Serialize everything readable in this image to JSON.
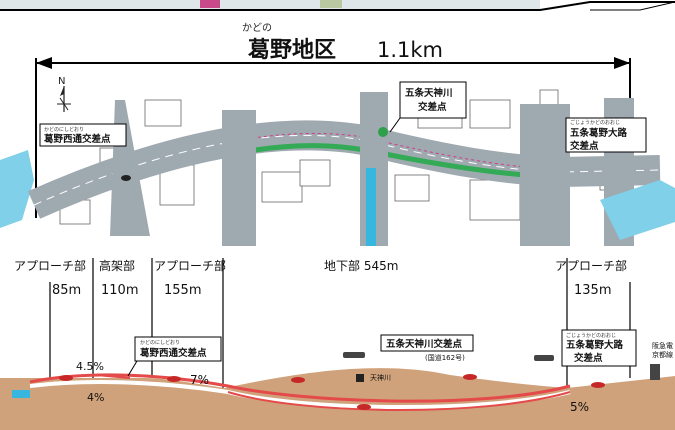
{
  "title": {
    "ruby": "かどの",
    "district": "葛野地区",
    "length": "1.1km"
  },
  "compass": "N",
  "map": {
    "intersections": [
      {
        "ruby": "かどのにしどおり",
        "name": "葛野西通交差点"
      },
      {
        "ruby": "",
        "name_line1": "五条天神川",
        "name_line2": "交差点"
      },
      {
        "ruby": "ごじょうかどのおおじ",
        "name_line1": "五条葛野大路",
        "name_line2": "交差点"
      }
    ]
  },
  "sections": {
    "row1": [
      "アプローチ部",
      "高架部",
      "アプローチ部",
      "地下部 545m",
      "アプローチ部"
    ],
    "row2": [
      "85m",
      "110m",
      "155m",
      "135m"
    ]
  },
  "profile": {
    "grades": [
      "4.5%",
      "4%",
      "7%",
      "5%"
    ],
    "callouts": [
      {
        "ruby": "かどのにしどおり",
        "name": "葛野西通交差点"
      },
      {
        "name": "五条天神川交差点",
        "note": "(国道162号)"
      },
      {
        "ruby": "ごじょうかどのおおじ",
        "name_line1": "五条葛野大路",
        "name_line2": "交差点"
      }
    ],
    "river": "天神川",
    "station_line1": "阪急電",
    "station_line2": "京都線"
  }
}
